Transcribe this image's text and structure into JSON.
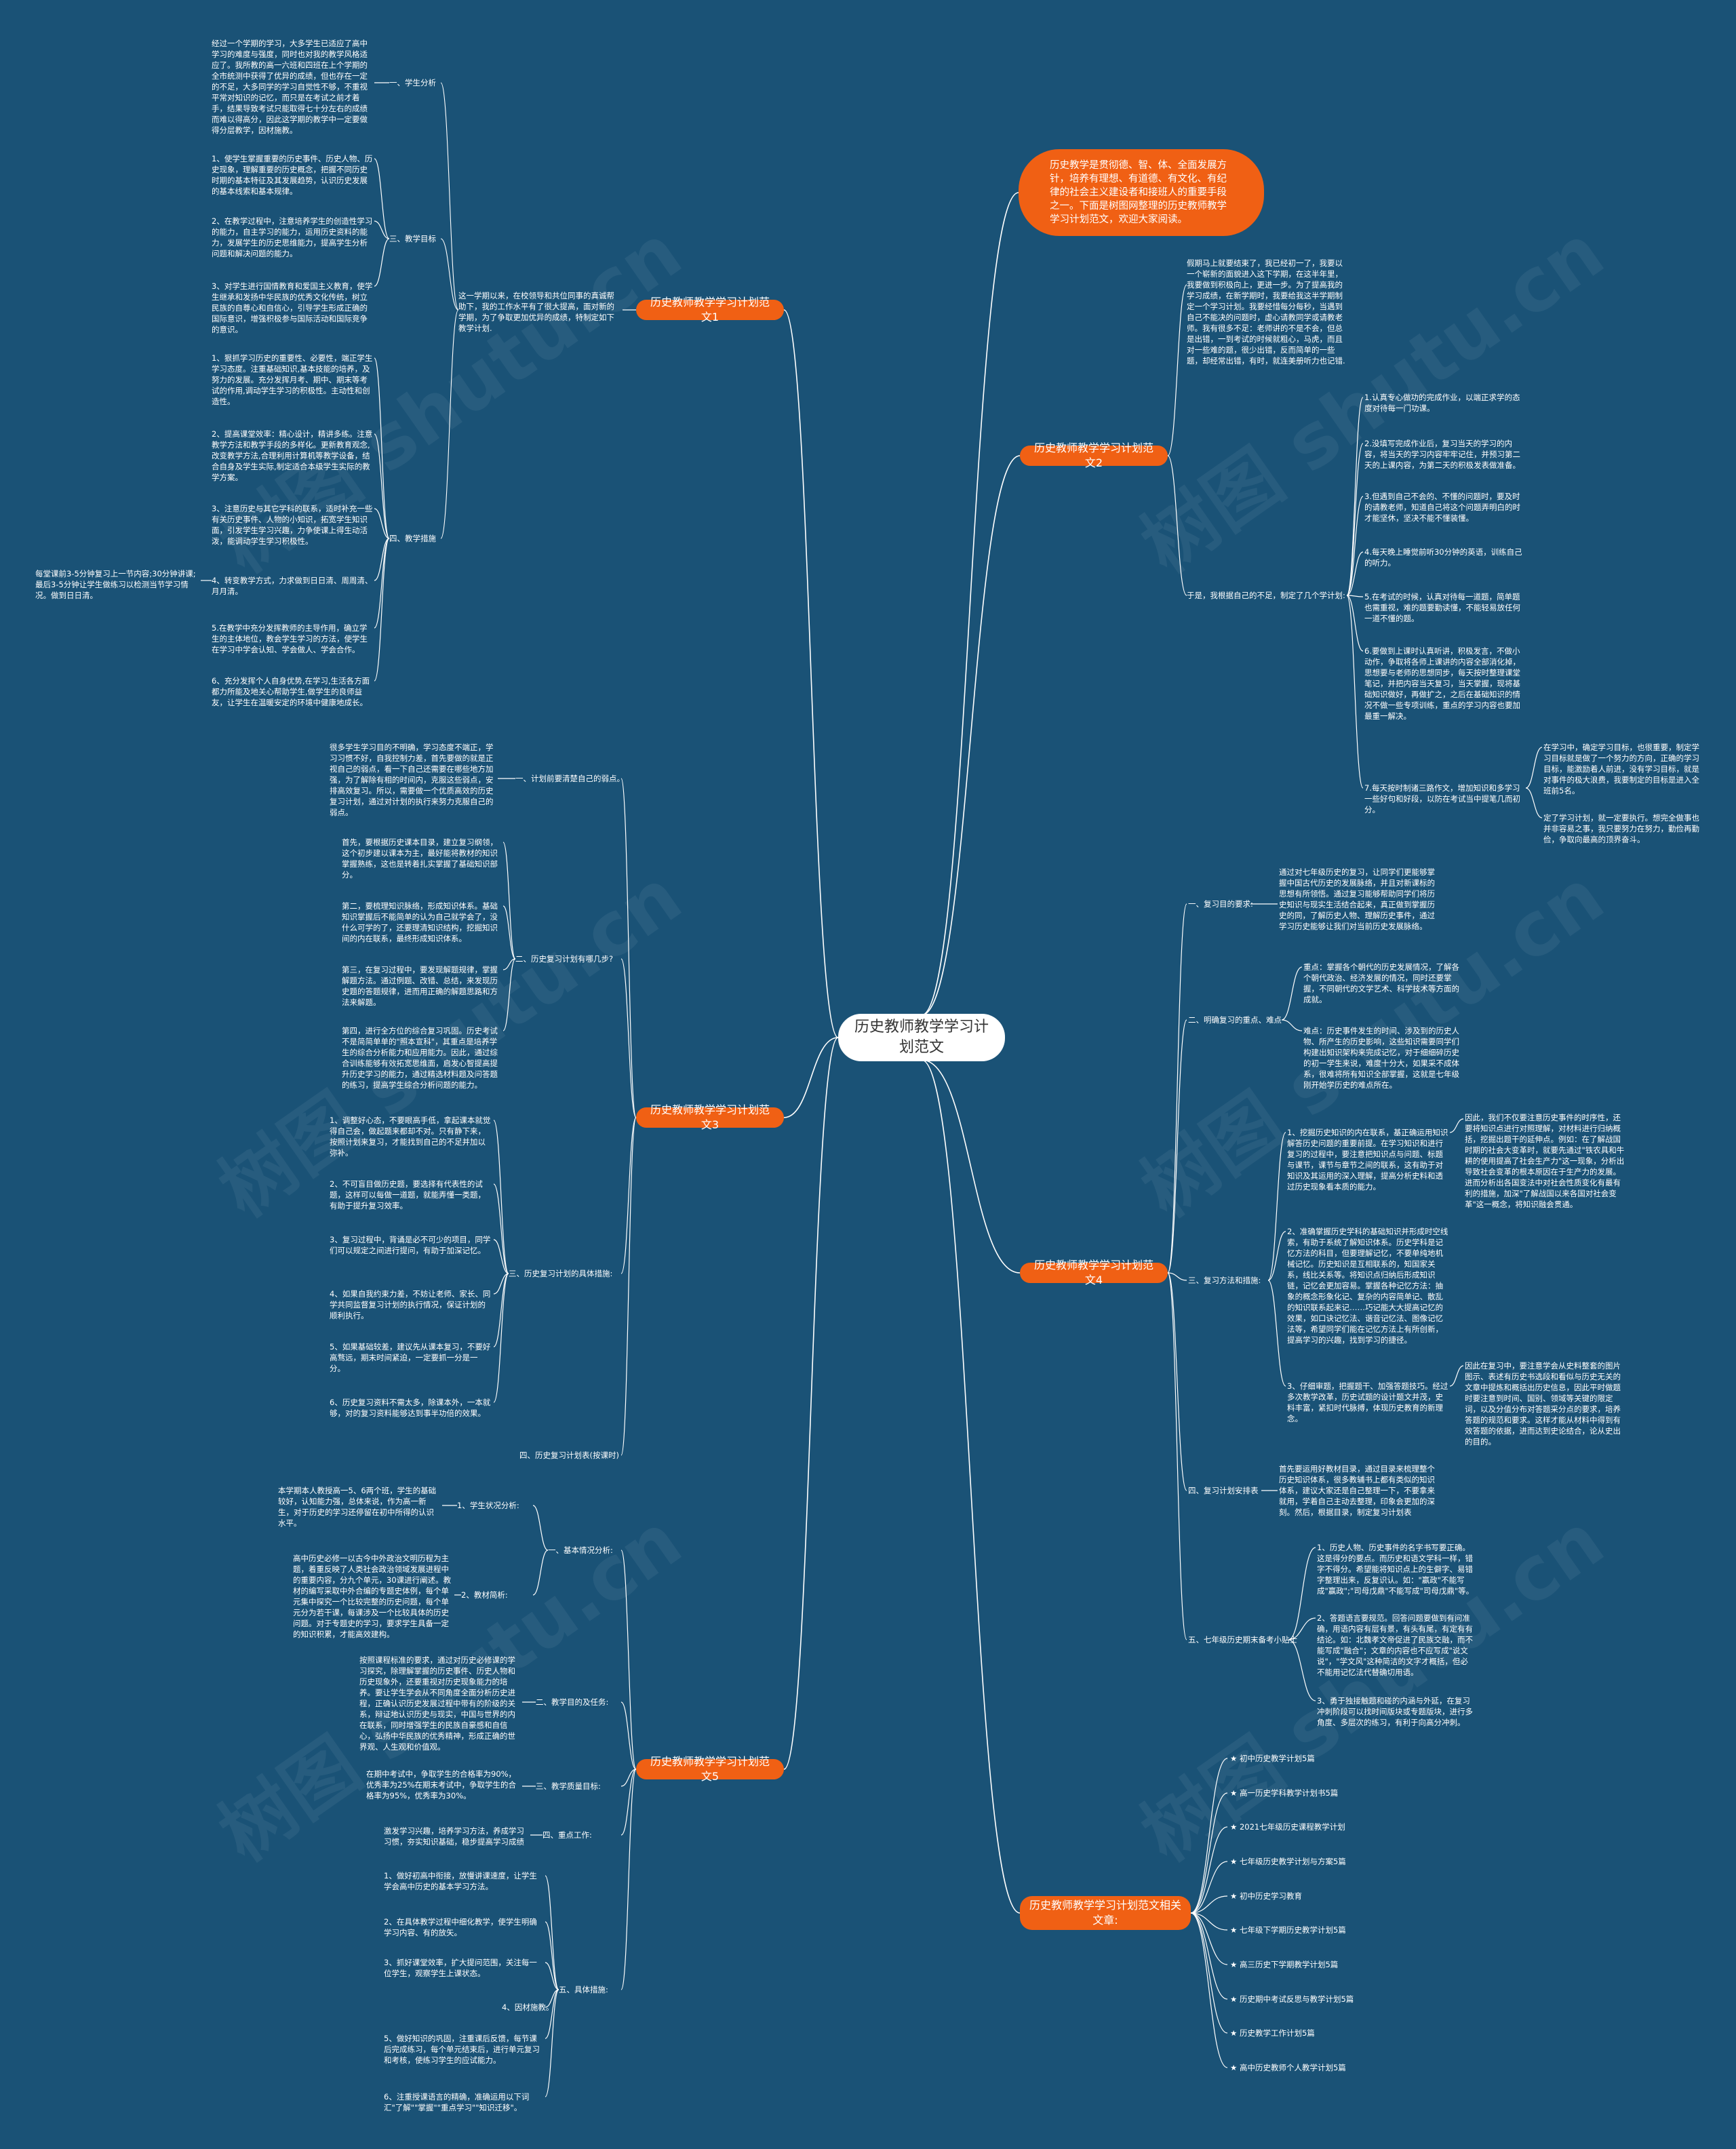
{
  "root": "历史教师教学学习计划范文",
  "watermark": "树图 shutu.cn",
  "intro": "历史教学是贯彻德、智、体、全面发展方针，培养有理想、有道德、有文化、有纪律的社会主义建设者和接班人的重要手段之一。下面是树图网整理的历史教师教学学习计划范文，欢迎大家阅读。",
  "b1": {
    "title": "历史教师教学学习计划范文1",
    "summary": "这一学期以来，在校领导和共位同事的真诚帮助下，我的工作水平有了很大提高，面对新的学期，为了争取更加优异的成绩，特制定如下教学计划.",
    "s1_label": "一、学生分析",
    "s1_text": "经过一个学期的学习，大多学生已适应了高中学习的难度与强度，同时也对我的教学风格适应了。我所教的高一六班和四班在上个学期的全市统测中获得了优异的成绩，但也存在一定的不足，大多同学的学习自觉性不够，不重视平常对知识的记忆，而只是在考试之前才着手，结果导致考试只能取得七十分左右的成绩而难以得高分，因此这学期的教学中一定要做得分层教学，因材施教。",
    "s3_label": "三、教学目标",
    "s3_items": [
      "1、使学生掌握重要的历史事件、历史人物、历史现象，理解重要的历史概念，把握不同历史时期的基本特征及其发展趋势，认识历史发展的基本线索和基本规律。",
      "2、在教学过程中，注意培养学生的创造性学习的能力，自主学习的能力，运用历史资料的能力，发展学生的历史思维能力，提高学生分析问题和解决问题的能力。",
      "3、对学生进行国情教育和爱国主义教育，使学生继承和发扬中华民族的优秀文化传统，树立民族的自尊心和自信心，引导学生形成正确的国际意识，增强积极参与国际活动和国际竞争的意识。"
    ],
    "s4_label": "四、教学措施",
    "s4_items": [
      "1、狠抓学习历史的重要性、必要性，端正学生学习态度。注重基础知识,基本技能的培养，及努力的发展。充分发挥月考、期中、期末等考试的作用,调动学生学习的积极性。主动性和创造性。",
      "2、提高课堂效率：精心设计，精讲多练。注意教学方法和教学手段的多样化。更新教育观念,改变教学方法,合理利用计算机等教学设备，结合自身及学生实际,制定适合本级学生实际的教学方案。",
      "3、注意历史与其它学科的联系，适时补充一些有关历史事件、人物的小知识，拓宽学生知识面，引发学生学习兴趣，力争使课上得生动活泼，能调动学生学习积极性。",
      "4、转变教学方式，力求做到日日清、周周清、月月清。",
      "5.在教学中充分发挥教师的主导作用，确立学生的主体地位，教会学生学习的方法，使学生在学习中学会认知、学会做人、学会合作。",
      "6、充分发挥个人自身优势,在学习,生活各方面都力所能及地关心帮助学生,做学生的良师益友，让学生在温暖安定的环境中健康地成长。"
    ],
    "s4_sub": "每堂课前3-5分钟复习上一节内容;30分钟讲课;最后3-5分钟让学生做练习以检测当节学习情况。做到日日清。"
  },
  "b2": {
    "title": "历史教师教学学习计划范文2",
    "intro": "假期马上就要结束了，我已经初一了，我要以一个崭新的面貌进入这下学期，在这半年里，我要做到积极向上，更进一步。为了提高我的学习成绩，在新学期时，我要给我这半学期制定一个学习计划。我要经惜每分每秒，当遇到自己不能决的问题时，虚心请教同学或请教老师。我有很多不足：老师讲的不是不会，但总是出错，一到考试的时候就粗心，马虎，而且对一些难的题，很少出错，反而简单的一些题，却经常出错，有时，就连美册听力也记错.",
    "lead": "于是，我根据自己的不足，制定了几个学计划:",
    "items": [
      "1.认真专心做功的完成作业，以端正求学的态度对待每一门功课。",
      "2.没填写完成作业后，复习当天的学习的内容，将当天的学习内容牢牢记住，并预习第二天的上课内容，为第二天的积极发表做准备。",
      "3.但遇到自己不会的、不懂的问题时，要及时的请教老师，知道自己将这个问题弄明白的时才能坚休，坚决不能不懂装懂。",
      "4.每天晚上睡觉前听30分钟的英语，训练自己的听力。",
      "5.在考试的时候，认真对待每一道题，简单题也需重视，难的题要勤读懂，不能轻易放任何一道不懂的题。",
      "6.要做到上课时认真听讲，积极发言，不做小动作，争取将各师上课讲的内容全部消化掉，思想要与老师的思想同步，每天按时整理课堂笔记，并把内容当天复习，当天掌握，现将基础知识做好，再做扩之，之后在基础知识的情况不做一些专项训练，重点的学习内容也要加最重一解决。",
      "7.每天按时制诸三路作文，增加知识和多学习一些好句和好段，以防在考试当中提笔几而初分。"
    ],
    "item7_subs": [
      "在学习中，确定学习目标，也很重要，制定学习目标就是做了一个努力的方向，正确的学习目标，能激励着人前进，没有学习目标，就是对事件的极大浪费，我要制定的目标是进入全班前5名。",
      "定了学习计划，就一定要执行。想完全做事也并非容易之事，我只要努力在努力，勤俭再勤俭，争取向最高的顶界奋斗。"
    ]
  },
  "b3": {
    "title": "历史教师教学学习计划范文3",
    "s1_label": "一、计划前要清楚自己的弱点。",
    "s1_text": "很多学生学习目的不明确，学习态度不端正，学习习惯不好，自我控制力差，首先要做的就是正视自己的弱点，看一下自己还需要在哪些地方加强，为了解除有相的时间内，克服这些弱点，安排高效复习。所以，需要做一个优质高效的历史复习计划，通过对计划的执行来努力克服自己的弱点。",
    "s2_label": "二、历史复习计划有哪几步?",
    "s2_items": [
      "首先，要根据历史课本目录，建立复习纲领，这个初步建以课本为主，最好能将教材的知识掌握熟练，这也是转着扎实掌握了基础知识部分。",
      "第二，要梳理知识脉络，形成知识体系。基础知识掌握后不能简单的认为自己就学会了，没什么可学的了，还要理清知识结构，挖掘知识间的内在联系，最终形成知识体系。",
      "第三，在复习过程中，要发现解题规律，掌握解题方法。通过例题、改错、总结，来发现历史题的答题规律，进而用正确的解题思路和方法来解题。",
      "第四，进行全方位的综合复习巩固。历史考试不是简简单单的\"照本宣科\"，其重点是培养学生的综合分析能力和应用能力。因此，通过综合训练能够有效拓宽思维面，启发心智提高提升历史学习的能力，通过精选材料题及问答题的练习，提高学生综合分析问题的能力。"
    ],
    "s3_label": "三、历史复习计划的具体措施:",
    "s3_items": [
      "1、调整好心态，不要眼高手低，拿起课本就觉得自己会，做起题来都却不对。只有静下来，按照计划来复习，才能找到自己的不足并加以弥补。",
      "2、不可盲目做历史题，要选择有代表性的试题，这样可以每做一道题，就能弄懂一类题，有助于提升复习效率。",
      "3、复习过程中，背诵是必不可少的项目，同学们可以规定之间进行提问，有助于加深记忆。",
      "4、如果自我约束力差，不妨让老师、家长、同学共同监督复习计划的执行情况，保证计划的顺利执行。",
      "5、如果基础较差，建议先从课本复习，不要好高骛远，期末时间紧迫，一定要抓一分是一分。",
      "6、历史复习资料不需太多，除课本外，一本就够，对的复习资料能够达到事半功倍的效果。"
    ],
    "s4_label": "四、历史复习计划表(按课时)"
  },
  "b4": {
    "title": "历史教师教学学习计划范文4",
    "s1_label": "一、复习目的要求:",
    "s1_text": "通过对七年级历史的复习，让同学们更能够掌握中国古代历史的发展脉络，并且对新课标的思想有所领悟。通过复习能够帮助同学们将历史知识与现实生活结合起来，真正做到掌握历史的同，了解历史人物、理解历史事件，通过学习历史能够让我们对当前历史发展脉络。",
    "s2_label": "二、明确复习的重点、难点",
    "s2_items": [
      "重点：掌握各个朝代的历史发展情况，了解各个朝代政治、经济发展的情况，同时还要掌握，不同朝代的文学艺术、科学技术等方面的成就。",
      "难点：历史事件发生的时间、涉及到的历史人物、所产生的历史影响，这些知识需要同学们构建出知识架构来完成记忆，对于细细碎历史的初一学生来说，难度十分大，如果采不成体系，很难将所有知识全部掌握，这就是七年级刚开始学历史的难点所在。"
    ],
    "s3_label": "三、复习方法和措施:",
    "s3_items": [
      "1、挖掘历史知识的内在联系，基正确运用知识解答历史问题的重要前提。在学习知识和进行复习的过程中，要注意把知识点与问题、标题与课节，课节与章节之间的联系，这有助于对知识及其运用的深入理解，提高分析史料和透过历史现象看本质的能力。",
      "2、准确掌握历史学科的基础知识并形成时空线索，有助于系统了解知识体系。历史学科是记忆方法的科目，但要理解记忆，不要单纯地机械记忆。历史知识是互相联系的，知国家关系，线比关系等。将知识点归纳后形成知识链，记忆会更加容易。掌握各种记忆方法：抽象的概念形象化记、复杂的内容简单记、散乱的知识联系起来记……巧记能大大提高记忆的效果，如口诀记忆法、谐音记忆法、图像记忆法等，希望同学们能在记忆方法上有所创新，提高学习的兴趣，找到学习的捷径。",
      "3、仔细审题，把握题干、加强答题技巧。经过多次教学改革，历史试题的设计题文并茂，史料丰富，紧扣时代脉搏，体现历史教育的新理念。"
    ],
    "s3_subs": [
      "因此，我们不仅要注意历史事件的时序性，还要将知识点进行对照理解，对材料进行归纳概括，挖掘出题干的延伸点。例如：在了解战国时期的社会大变革时，就要先通过\"铁农具和牛耕的使用提高了社会生产力\"这一现象，分析出导致社会变革的根本原因在于生产力的发展。进而分析出各国变法中对社会性质变化有最有利的措施，加深\"了解战国以来各国对社会变革\"这一概念，将知识融会贯通。",
      "因此在复习中，要注意学会从史料整套的图片图示、表述有历史书选段和看似与历史无关的文章中提炼和概括出历史信息，因此平时做题时要注意到时间、国别、领域等关键的限定词，以及分值分布对答题采分点的要求，培养答题的规范和要求。这样才能从材料中得到有效答题的依据，进而达到史论结合，论从史出的目的。"
    ],
    "s4_label": "四、复习计划安排表",
    "s4_text": "首先要运用好教材目录，通过目录来梳理整个历史知识体系，很多教辅书上都有类似的知识体系，建议大家还是自己整理一下，不要拿来就用，学着自己主动去整理，印象会更加的深刻。然后，根据目录，制定复习计划表",
    "s5_label": "五、七年级历史期末备考小贴士",
    "s5_items": [
      "1、历史人物、历史事件的名字书写要正确。这是得分的要点。而历史和语文学科一样，错字不得分。希望能将知识点上的生僻字、易错字整理出来，反复识认。如：\"嬴政\"不能写成\"赢政\";\"司母戊鼎\"不能写成\"司母戊鼎\"等。",
      "2、答题语言要规范。回答问题要做到有问准确，用语内容有层有景，有头有尾，有定有有结论。如：北魏孝文帝促进了民族交融，而不能写成\"融合\"；文章的内容也不应写成\"说文说\"，\"学文风\"这种简洁的文字才概括，但必不能用记忆法代替确切用语。",
      "3、勇于独接触题和碰的内涵与外延，在复习冲刺阶段可以找时间版块或专题版块，进行多角度、多层次的练习，有利于向高分冲刺。"
    ]
  },
  "b5": {
    "title": "历史教师教学学习计划范文5",
    "s1_label": "一、基本情况分析:",
    "s1_subs": [
      {
        "label": "1、学生状况分析:",
        "text": "本学期本人教授高一5、6两个班，学生的基础较好，认知能力强，总体来说，作为高一新生，对于历史的学习还停留在初中所得的认识水平。"
      },
      {
        "label": "2、教材简析:",
        "text": "高中历史必修一以古今中外政治文明历程为主题，着重反映了人类社会政治领域发展进程中的重要内容，分九个单元，30课进行阐述。教材的编写采取中外合编的专题史体例，每个单元集中探究一个比较完整的历史问题，每个单元分为若干课，每课涉及一个比较具体的历史问题。对于专题史的学习，要求学生具备一定的知识积累，才能高效建构。"
      }
    ],
    "s2_label": "二、教学目的及任务:",
    "s2_text": "按照课程标准的要求，通过对历史必修课的学习探究，除理解掌握的历史事件、历史人物和历史现象外，还要重视对历史现象能力的培养。要让学生学会从不同角度全面分析历史进程，正确认识历史发展过程中带有的阶级的关系，辩证地认识历史与现实，中国与世界的内在联系，同时增强学生的民族自豪感和自信心，弘扬中华民族的优秀精神，形成正确的世界观、人生观和价值观。",
    "s3_label": "三、教学质量目标:",
    "s3_text": "在期中考试中，争取学生的合格率为90%，优秀率为25%在期末考试中，争取学生的合格率为95%，优秀率为30%。",
    "s4_label": "四、重点工作:",
    "s4_text": "激发学习兴趣，培养学习方法，养成学习习惯，夯实知识基础，稳步提高学习成绩",
    "s5_label": "五、具体措施:",
    "s5_items": [
      "1、做好初高中衔接，放慢讲课速度，让学生学会高中历史的基本学习方法。",
      "2、在具体教学过程中细化教学，使学生明确学习内容、有的放矢。",
      "3、抓好课堂效率，扩大提问范围，关注每一位学生，观察学生上课状态。",
      "4、因材施教。",
      "5、做好知识的巩固，注重课后反馈，每节课后完成练习，每个单元结束后，进行单元复习和考核，使练习学生的应试能力。",
      "6、注重授课语言的精确，准确运用以下词汇\"了解\"\"掌握\"\"重点学习\"\"知识迁移\"。"
    ]
  },
  "b6": {
    "title": "历史教师教学学习计划范文相关文章:",
    "items": [
      "★ 初中历史教学计划5篇",
      "★ 高一历史学科教学计划书5篇",
      "★ 2021七年级历史课程教学计划",
      "★ 七年级历史教学计划与方案5篇",
      "★ 初中历史学习教育",
      "★ 七年级下学期历史教学计划5篇",
      "★ 高三历史下学期教学计划5篇",
      "★ 历史期中考试反思与教学计划5篇",
      "★ 历史教学工作计划5篇",
      "★ 高中历史教师个人教学计划5篇"
    ]
  },
  "colors": {
    "background": "#1a5276",
    "branch": "#f06014",
    "root": "#ffffff",
    "line": "#ffffff"
  }
}
